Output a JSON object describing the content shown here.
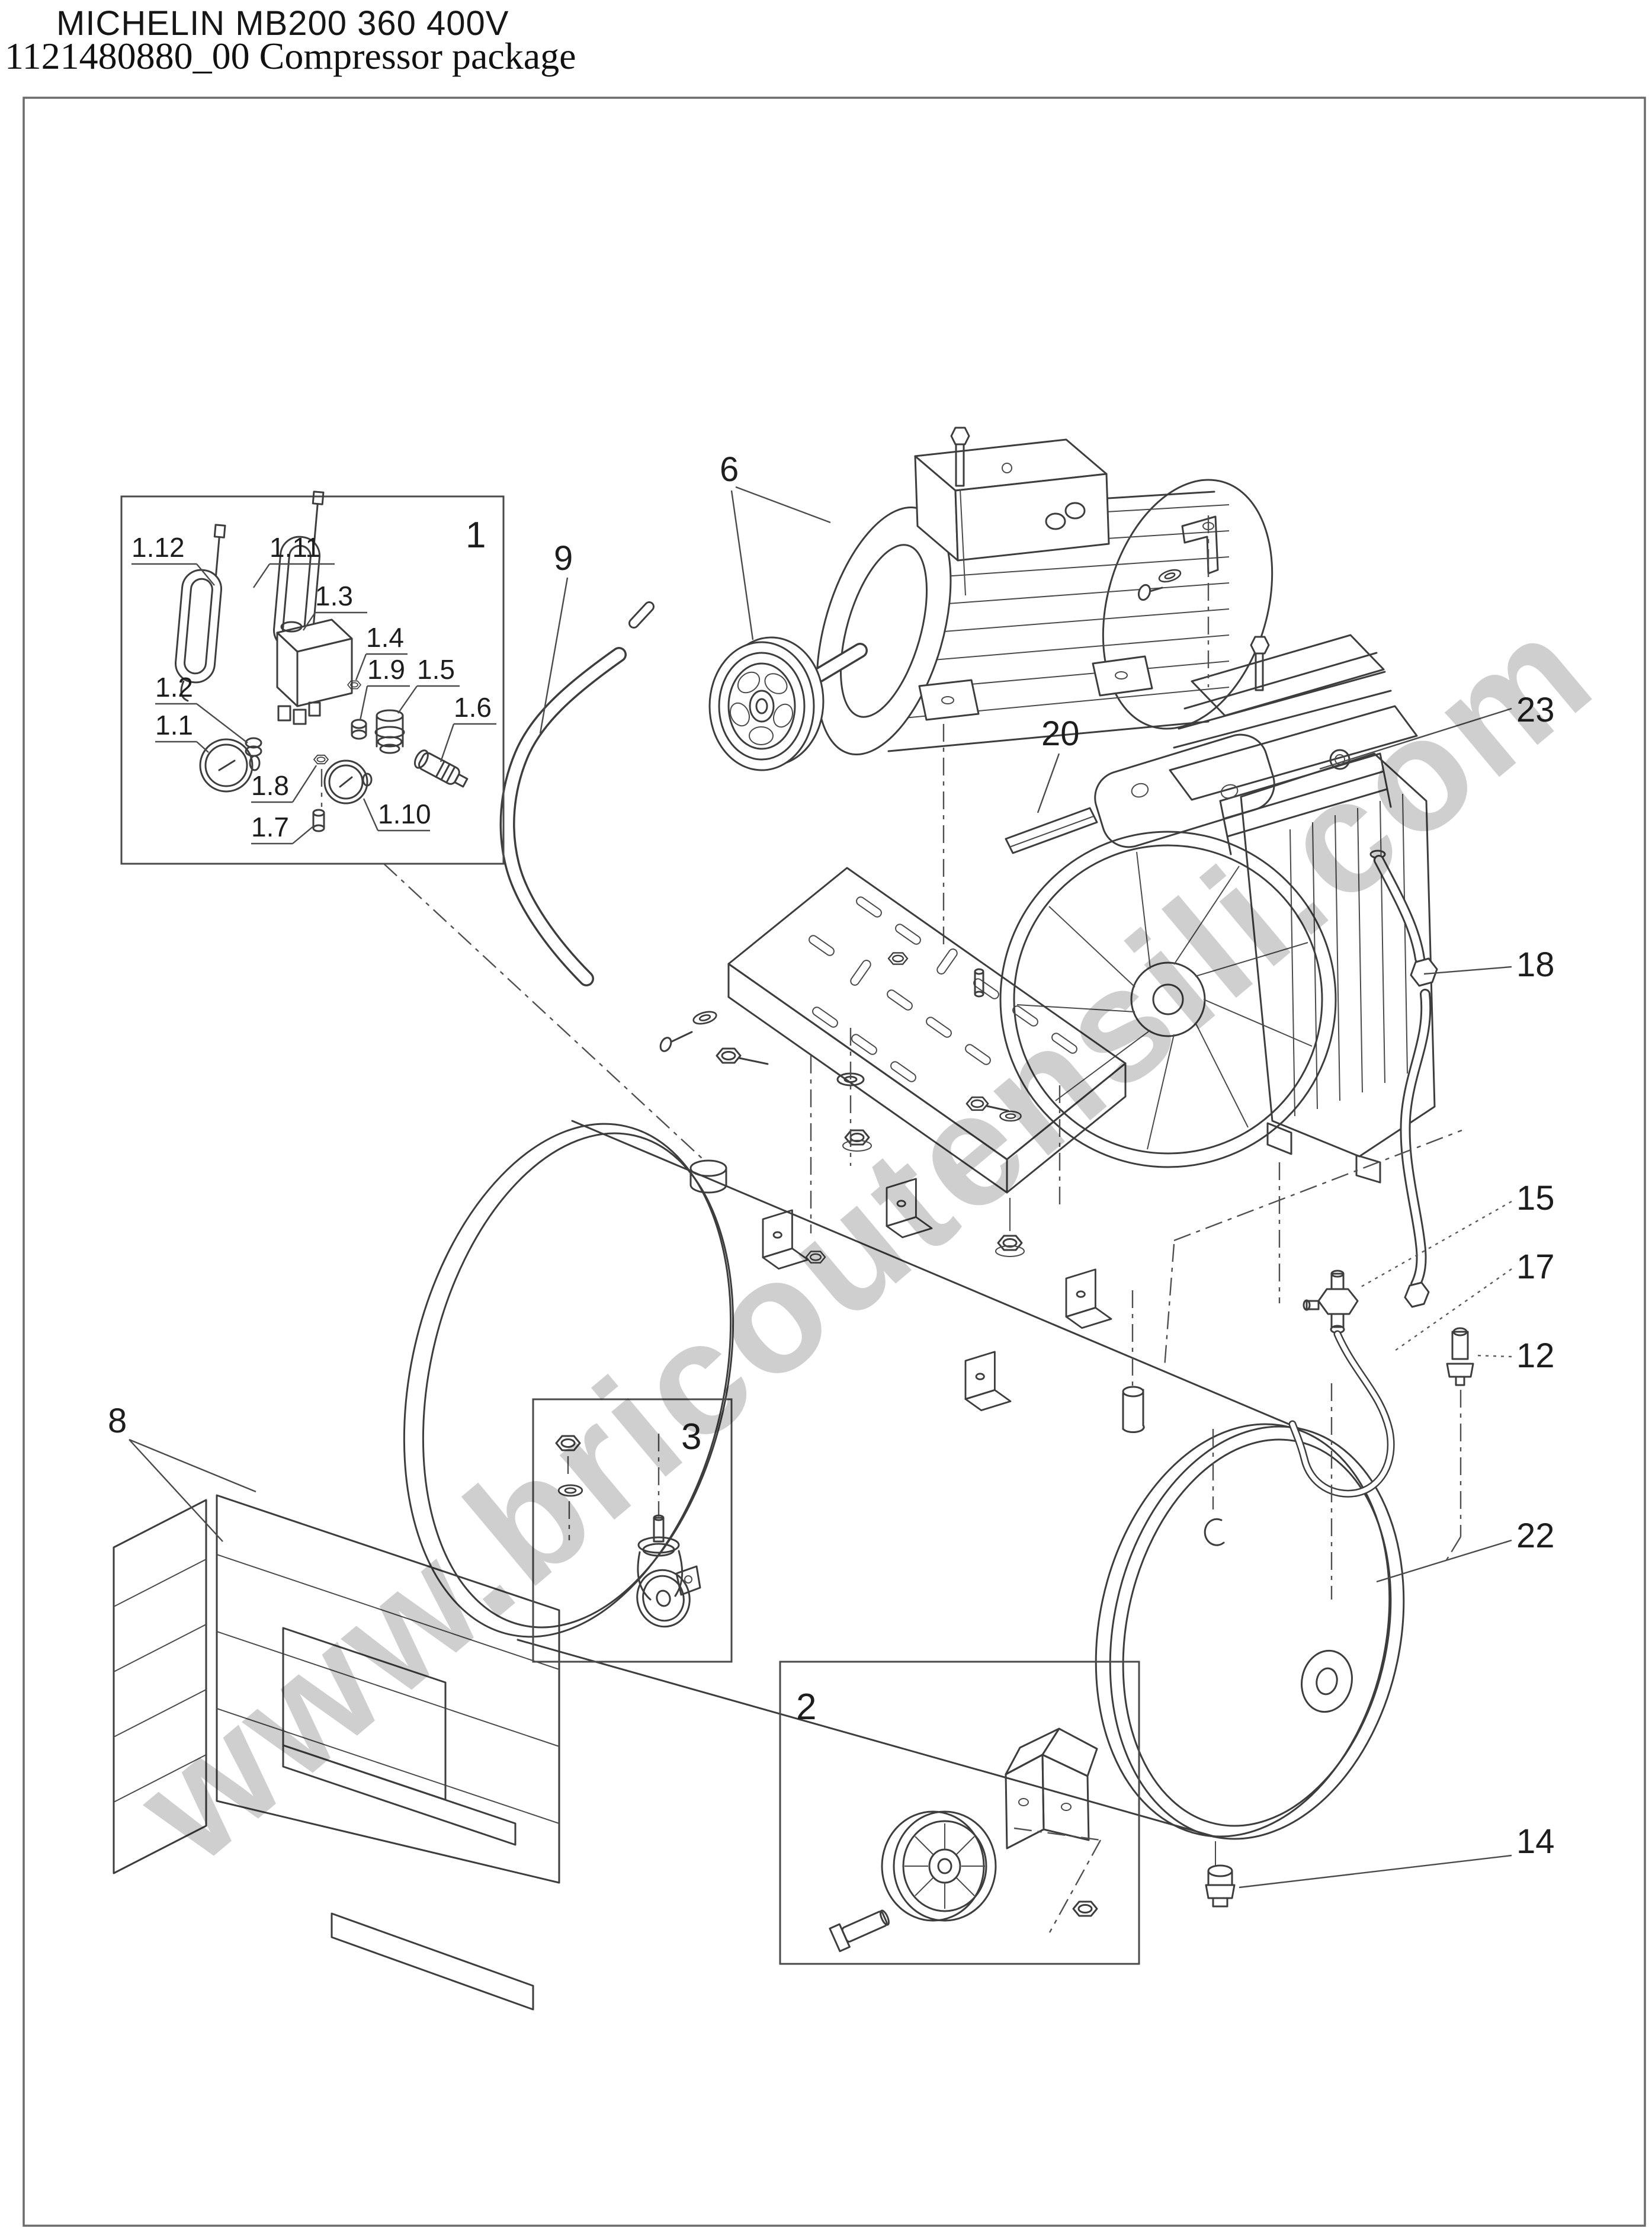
{
  "header": {
    "model": "MICHELIN MB200 360 400V",
    "document": "1121480880_00 Compressor package"
  },
  "watermark": {
    "text": "www.bricoutensili.com",
    "color": "#c7c7c7"
  },
  "colors": {
    "line": "#3d3d3d",
    "border": "#6b6b6b",
    "label": "#1d1d1d"
  },
  "callouts": {
    "box1": "1",
    "box2": "2",
    "box3": "3",
    "motor": "6",
    "guard": "8",
    "handle": "9",
    "drain_fitting": "12",
    "plug": "14",
    "check_valve": "15",
    "pipe": "17",
    "hose": "18",
    "key": "20",
    "tank": "22",
    "pump": "23",
    "sub1_1": "1.1",
    "sub1_2": "1.2",
    "sub1_3": "1.3",
    "sub1_4": "1.4",
    "sub1_5": "1.5",
    "sub1_6": "1.6",
    "sub1_7": "1.7",
    "sub1_8": "1.8",
    "sub1_9": "1.9",
    "sub1_10": "1.10",
    "sub1_11": "1.11",
    "sub1_12": "1.12"
  }
}
